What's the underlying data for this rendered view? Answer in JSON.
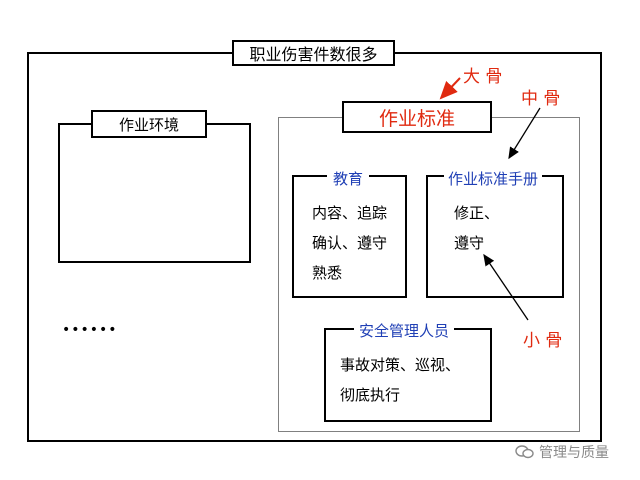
{
  "main_title": "职业伤害件数很多",
  "left_box": {
    "title": "作业环境"
  },
  "ellipsis": "••••••",
  "standard_box": {
    "title": "作业标准"
  },
  "education": {
    "title": "教育",
    "lines": "内容、追踪\n确认、遵守\n熟悉"
  },
  "manual": {
    "title": "作业标准手册",
    "lines": "修正、\n遵守"
  },
  "safety": {
    "title": "安全管理人员",
    "lines": "事故对策、巡视、\n彻底执行"
  },
  "annotations": {
    "big_bone": "大 骨",
    "mid_bone": "中 骨",
    "small_bone": "小 骨"
  },
  "watermark": {
    "text": "管理与质量",
    "icon": "wechat-icon"
  },
  "colors": {
    "blue_title": "#1f3fb5",
    "red_label": "#e02a10",
    "grey_frame": "#808080"
  }
}
